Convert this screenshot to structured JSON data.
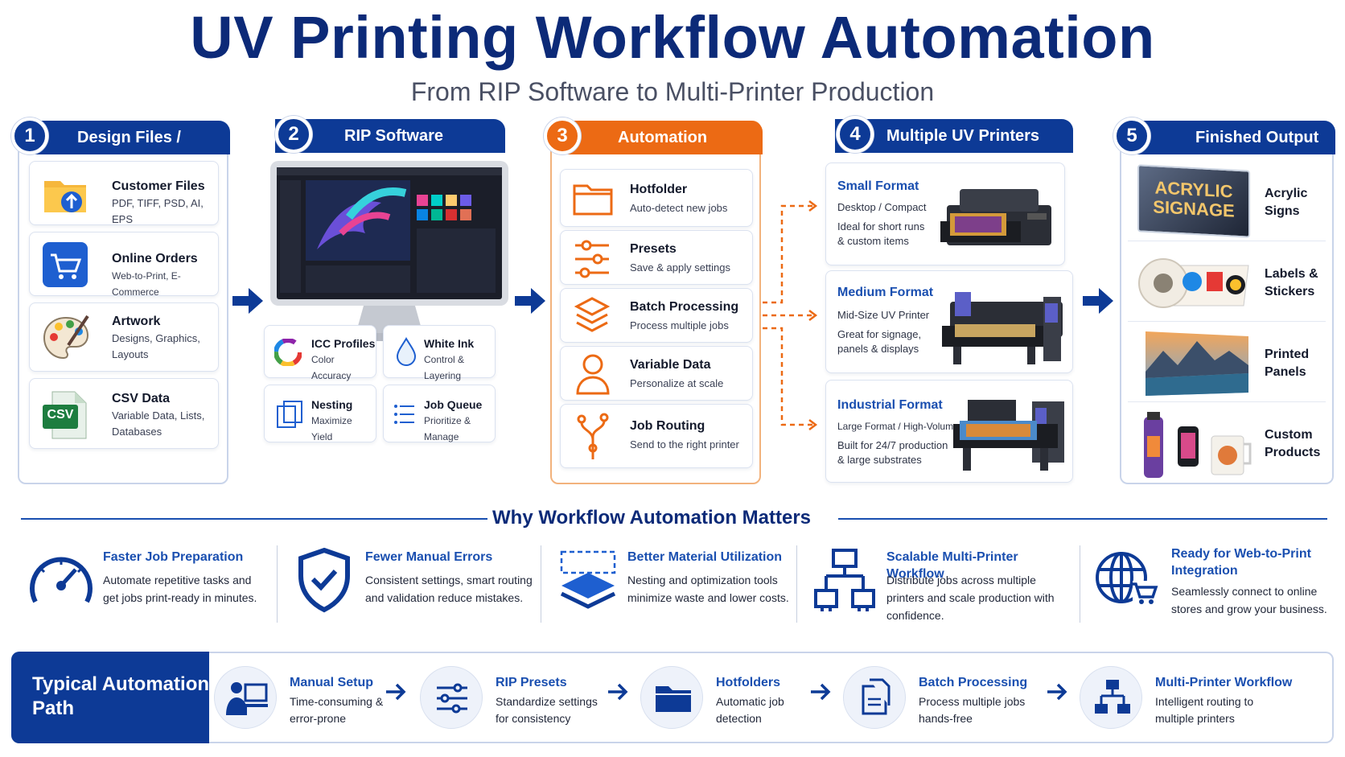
{
  "header": {
    "title": "UV Printing Workflow Automation",
    "subtitle": "From RIP Software to Multi-Printer Production"
  },
  "stages": [
    {
      "number": "1",
      "title": "Design Files / Orders",
      "items": [
        {
          "title": "Customer Files",
          "desc": "PDF, TIFF, PSD, AI, EPS",
          "icon": "folder-upload-icon"
        },
        {
          "title": "Online Orders",
          "desc": "Web-to-Print, E-Commerce",
          "icon": "shopping-cart-icon"
        },
        {
          "title": "Artwork",
          "desc": "Designs, Graphics, Layouts",
          "icon": "palette-icon"
        },
        {
          "title": "CSV Data",
          "desc": "Variable Data, Lists, Databases",
          "icon": "csv-file-icon",
          "icon_label": "CSV"
        }
      ]
    },
    {
      "number": "2",
      "title": "RIP Software",
      "features": [
        {
          "title": "ICC Profiles",
          "desc": "Color Accuracy",
          "icon": "color-wheel-icon"
        },
        {
          "title": "White Ink",
          "desc": "Control & Layering",
          "icon": "ink-drop-icon"
        },
        {
          "title": "Nesting",
          "desc": "Maximize Yield",
          "icon": "nesting-icon"
        },
        {
          "title": "Job Queue",
          "desc": "Prioritize & Manage",
          "icon": "list-icon"
        }
      ]
    },
    {
      "number": "3",
      "title": "Automation Layer",
      "items": [
        {
          "title": "Hotfolder",
          "desc": "Auto-detect new jobs",
          "icon": "folder-icon"
        },
        {
          "title": "Presets",
          "desc": "Save & apply settings",
          "icon": "sliders-icon"
        },
        {
          "title": "Batch Processing",
          "desc": "Process multiple jobs",
          "icon": "layers-icon"
        },
        {
          "title": "Variable Data",
          "desc": "Personalize at scale",
          "icon": "user-icon"
        },
        {
          "title": "Job Routing",
          "desc": "Send to the right printer",
          "icon": "routing-icon"
        }
      ]
    },
    {
      "number": "4",
      "title": "Multiple UV Printers",
      "printers": [
        {
          "title": "Small Format",
          "type": "Desktop / Compact",
          "desc": "Ideal for short runs & custom items",
          "icon": "small-printer-icon"
        },
        {
          "title": "Medium Format",
          "type": "Mid-Size UV Printer",
          "desc": "Great for signage, panels & displays",
          "icon": "medium-printer-icon"
        },
        {
          "title": "Industrial Format",
          "type": "Large Format / High-Volume",
          "desc": "Built for 24/7 production & large substrates",
          "icon": "industrial-printer-icon"
        }
      ]
    },
    {
      "number": "5",
      "title": "Finished Output",
      "outputs": [
        {
          "label": "Acrylic Signs",
          "icon": "acrylic-sign-icon",
          "sign_line1": "ACRYLIC",
          "sign_line2": "SIGNAGE"
        },
        {
          "label": "Labels & Stickers",
          "icon": "label-roll-icon"
        },
        {
          "label": "Printed Panels",
          "icon": "landscape-panel-icon"
        },
        {
          "label": "Custom Products",
          "icon": "custom-products-icon"
        }
      ]
    }
  ],
  "why": {
    "title": "Why Workflow Automation Matters",
    "benefits": [
      {
        "title": "Faster Job Preparation",
        "desc": "Automate repetitive tasks and get jobs print-ready in minutes.",
        "icon": "speedometer-icon"
      },
      {
        "title": "Fewer Manual Errors",
        "desc": "Consistent settings, smart routing and validation reduce mistakes.",
        "icon": "shield-check-icon"
      },
      {
        "title": "Better Material Utilization",
        "desc": "Nesting and optimization tools minimize waste and lower costs.",
        "icon": "stacked-layers-icon"
      },
      {
        "title": "Scalable Multi-Printer Workflow",
        "desc": "Distribute jobs across multiple printers and scale production with confidence.",
        "icon": "network-icon"
      },
      {
        "title": "Ready for Web-to-Print Integration",
        "desc": "Seamlessly connect to online stores and grow your business.",
        "icon": "globe-cart-icon"
      }
    ]
  },
  "path": {
    "title": "Typical Automation Path",
    "steps": [
      {
        "title": "Manual Setup",
        "desc": "Time-consuming & error-prone",
        "icon": "operator-icon"
      },
      {
        "title": "RIP Presets",
        "desc": "Standardize settings for consistency",
        "icon": "preset-sliders-icon"
      },
      {
        "title": "Hotfolders",
        "desc": "Automatic job detection",
        "icon": "hotfolder-icon"
      },
      {
        "title": "Batch Processing",
        "desc": "Process multiple jobs hands-free",
        "icon": "documents-icon"
      },
      {
        "title": "Multi-Printer Workflow",
        "desc": "Intelligent routing to multiple printers",
        "icon": "printer-network-icon"
      }
    ]
  },
  "colors": {
    "navy": "#0d3a96",
    "orange": "#ec6a14",
    "accent_blue": "#1a4fb0"
  }
}
